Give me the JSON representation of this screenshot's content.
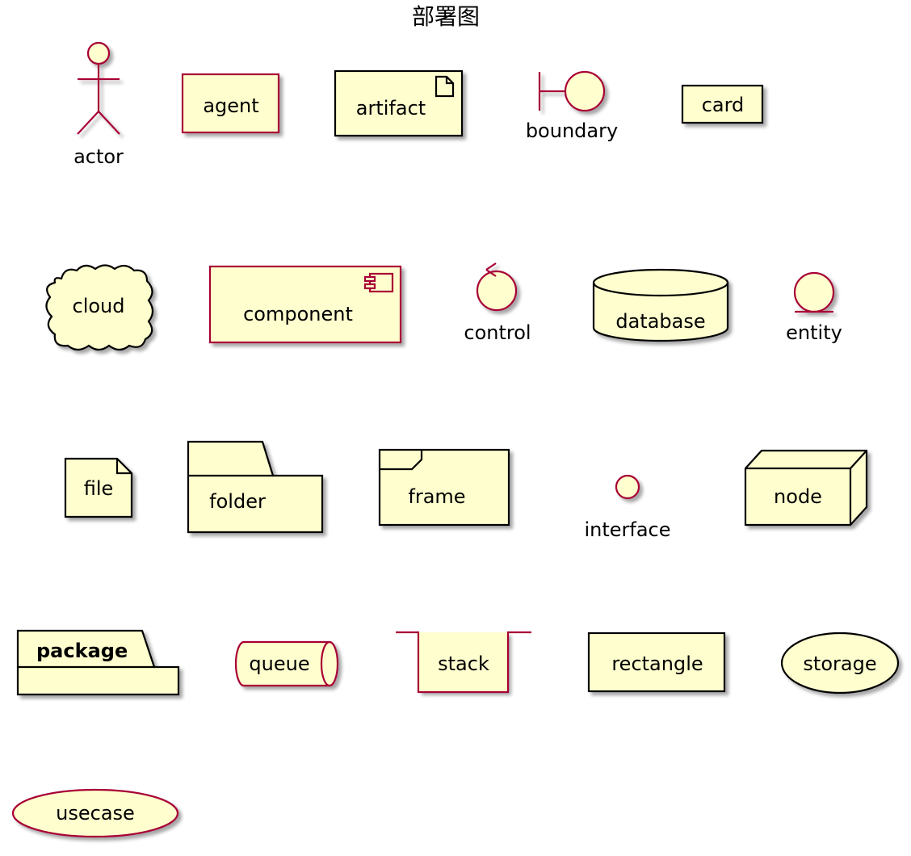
{
  "diagram": {
    "title": "部署图",
    "colors": {
      "fill": "#FEFECE",
      "border_red": "#A80036",
      "border_black": "#000000",
      "background": "#FFFFFF"
    },
    "elements": {
      "actor": "actor",
      "agent": "agent",
      "artifact": "artifact",
      "boundary": "boundary",
      "card": "card",
      "cloud": "cloud",
      "component": "component",
      "control": "control",
      "database": "database",
      "entity": "entity",
      "file": "file",
      "folder": "folder",
      "frame": "frame",
      "interface": "interface",
      "node": "node",
      "package": "package",
      "queue": "queue",
      "stack": "stack",
      "rectangle": "rectangle",
      "storage": "storage",
      "usecase": "usecase"
    }
  }
}
